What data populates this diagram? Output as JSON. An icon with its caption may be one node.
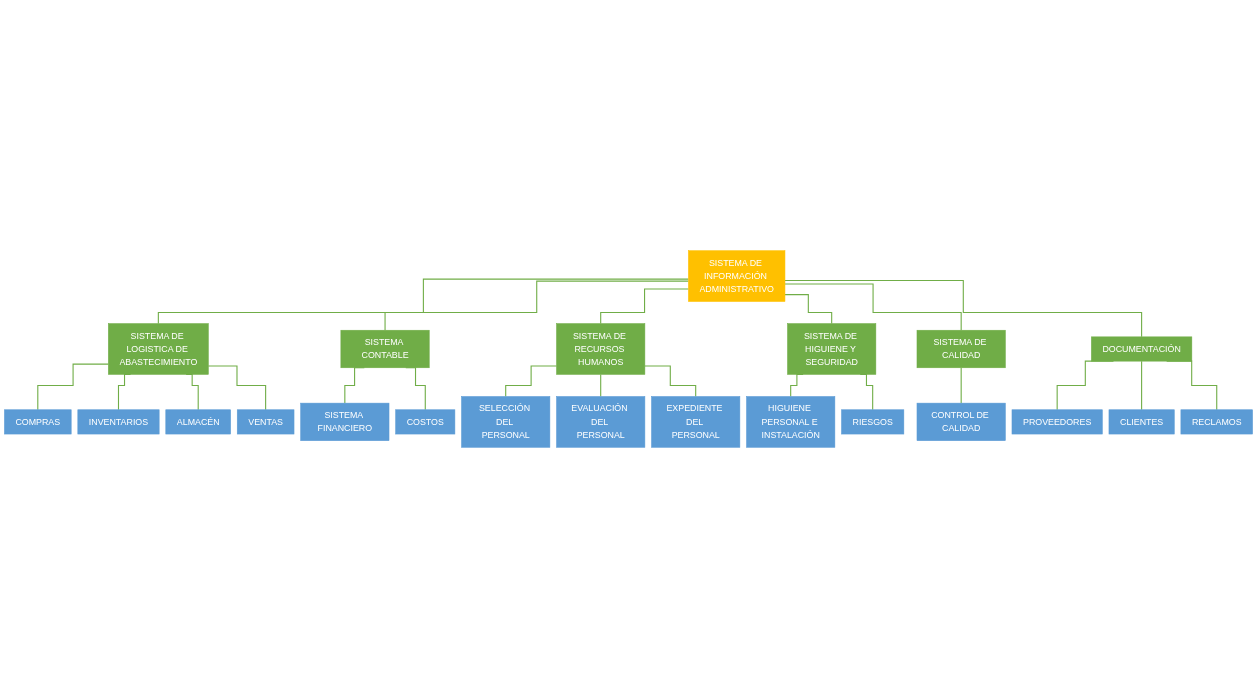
{
  "diagram": {
    "nodes": [
      {
        "text": [
          "SISTEMA DE INFORMACIÓN ADMINISTRATIVO"
        ]
      },
      {
        "text": [
          "SISTEMA DE LOGISTICA DE ABASTECIMIENTO"
        ]
      },
      {
        "text": [
          "SISTEMA CONTABLE"
        ]
      },
      {
        "text": [
          "SISTEMA DE RECURSOS HUMANOS"
        ]
      },
      {
        "text": [
          "SISTEMA DE HIGUIENE Y SEGURIDAD"
        ]
      },
      {
        "text": [
          "SISTEMA DE CALIDAD"
        ]
      },
      {
        "text": [
          "DOCUMENTACIÓN"
        ]
      },
      {
        "text": [
          "COMPRAS"
        ]
      },
      {
        "text": [
          "INVENTARIOS"
        ]
      },
      {
        "text": [
          "ALMACÉN"
        ]
      },
      {
        "text": [
          "VENTAS"
        ]
      },
      {
        "text": [
          "SISTEMA FINANCIERO"
        ]
      },
      {
        "text": [
          "COSTOS"
        ]
      },
      {
        "text": [
          "SELECCIÓN DEL PERSONAL"
        ]
      },
      {
        "text": [
          "EVALUACIÓN DEL PERSONAL"
        ]
      },
      {
        "text": [
          "EXPEDIENTE DEL PERSONAL"
        ]
      },
      {
        "text": [
          "HIGUIENE PERSONAL E INSTALACIÓN"
        ]
      },
      {
        "text": [
          "RIESGOS"
        ]
      },
      {
        "text": [
          "CONTROL DE CALIDAD"
        ]
      },
      {
        "text": [
          "PROVEEDORES"
        ]
      },
      {
        "text": [
          "CLIENTES"
        ]
      },
      {
        "text": [
          "RECLAMOS"
        ]
      }
    ],
    "edges": [
      {
        "from": 0,
        "to": 1,
        "arrow": "none"
      },
      {
        "from": 0,
        "to": 2,
        "arrow": "none"
      },
      {
        "from": 0,
        "to": 3,
        "arrow": "none"
      },
      {
        "from": 0,
        "to": 4,
        "arrow": "none"
      },
      {
        "from": 0,
        "to": 5,
        "arrow": "none"
      },
      {
        "from": 0,
        "to": 6,
        "arrow": "none"
      },
      {
        "from": 1,
        "to": 7,
        "arrow": "none"
      },
      {
        "from": 1,
        "to": 8,
        "arrow": "none"
      },
      {
        "from": 1,
        "to": 9,
        "arrow": "none"
      },
      {
        "from": 1,
        "to": 10,
        "arrow": "none"
      },
      {
        "from": 2,
        "to": 11,
        "arrow": "none"
      },
      {
        "from": 2,
        "to": 12,
        "arrow": "none"
      },
      {
        "from": 3,
        "to": 13,
        "arrow": "none"
      },
      {
        "from": 3,
        "to": 14,
        "arrow": "none"
      },
      {
        "from": 3,
        "to": 15,
        "arrow": "none"
      },
      {
        "from": 4,
        "to": 16,
        "arrow": "none"
      },
      {
        "from": 4,
        "to": 17,
        "arrow": "none"
      },
      {
        "from": 5,
        "to": 18,
        "arrow": "none"
      },
      {
        "from": 6,
        "to": 19,
        "arrow": "none"
      },
      {
        "from": 6,
        "to": 20,
        "arrow": "none"
      },
      {
        "from": 6,
        "to": 21,
        "arrow": "none"
      }
    ]
  }
}
